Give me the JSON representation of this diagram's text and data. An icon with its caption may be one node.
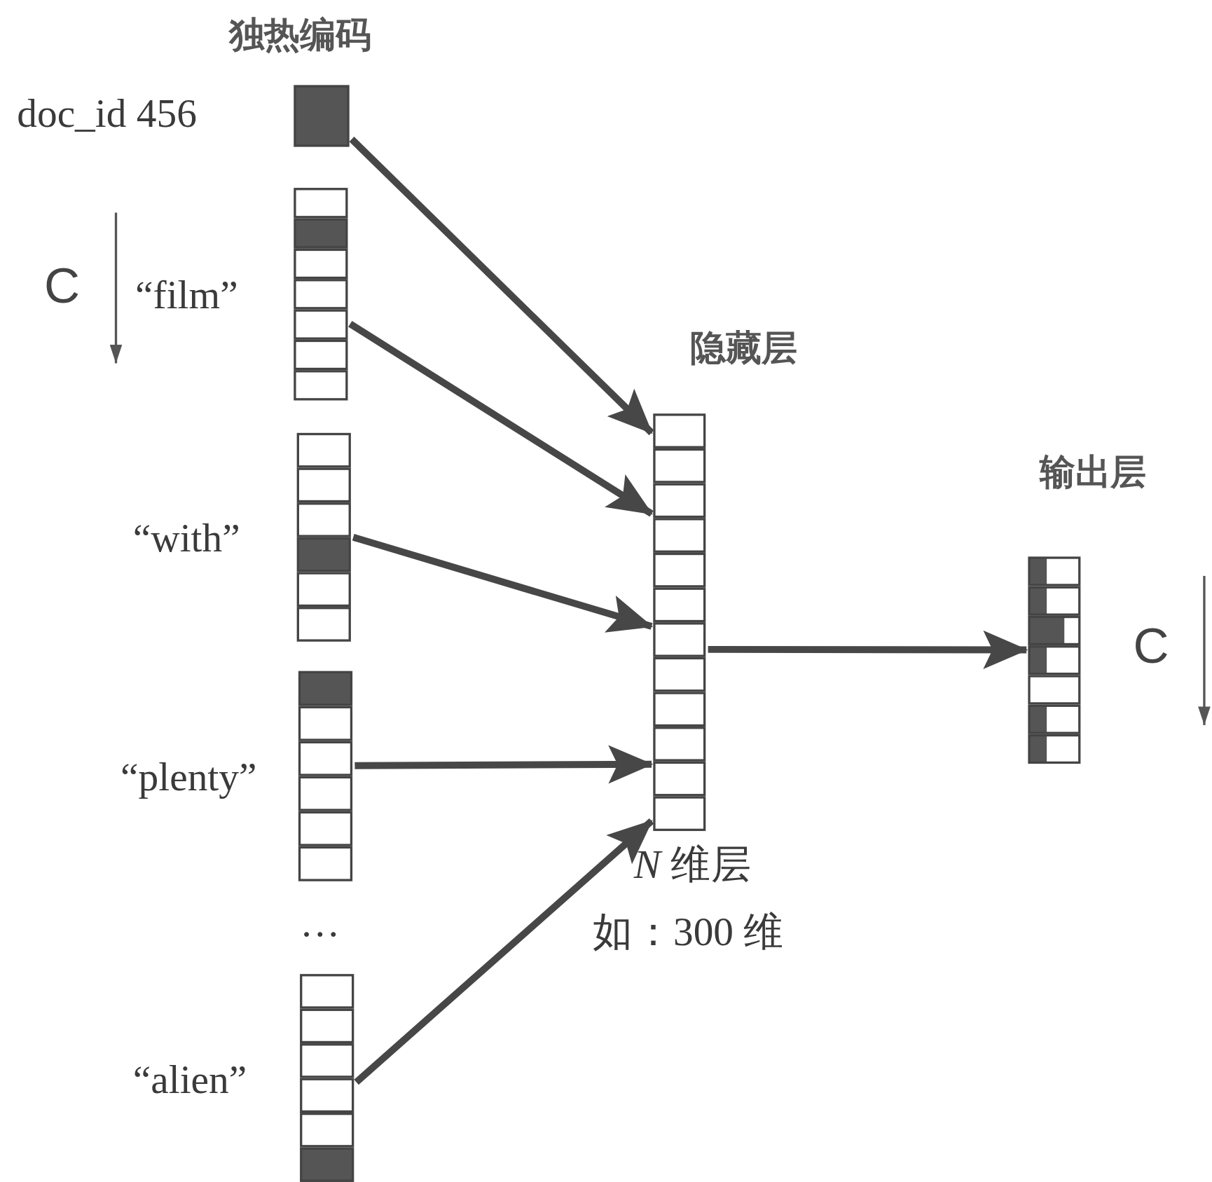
{
  "diagram": {
    "nodes": [
      {
        "text": [],
        "shape": "bar",
        "beside": [
          "doc_id 456"
        ]
      },
      {
        "text": [],
        "shape": "bar",
        "beside": [
          "“film”"
        ]
      },
      {
        "text": [],
        "shape": "bar",
        "beside": [
          "“with”"
        ]
      },
      {
        "text": [],
        "shape": "bar",
        "beside": [
          "“plenty”"
        ]
      },
      {
        "text": [],
        "shape": "bar",
        "beside": [
          "“alien”"
        ]
      },
      {
        "text": [],
        "shape": "bar",
        "beside": [
          "隐藏层",
          "*N* 维层",
          "如：300 维"
        ]
      },
      {
        "text": [],
        "shape": "bar",
        "beside": [
          "输出层"
        ]
      }
    ],
    "edges": [
      {
        "from": 0,
        "to": 5,
        "arrow": "to"
      },
      {
        "from": 1,
        "to": 5,
        "arrow": "to"
      },
      {
        "from": 2,
        "to": 5,
        "arrow": "to"
      },
      {
        "from": 3,
        "to": 5,
        "arrow": "to"
      },
      {
        "from": 4,
        "to": 5,
        "arrow": "to"
      },
      {
        "from": 5,
        "to": 6,
        "arrow": "to"
      }
    ],
    "labels": [
      "独热编码",
      "C",
      "···",
      "C"
    ]
  }
}
